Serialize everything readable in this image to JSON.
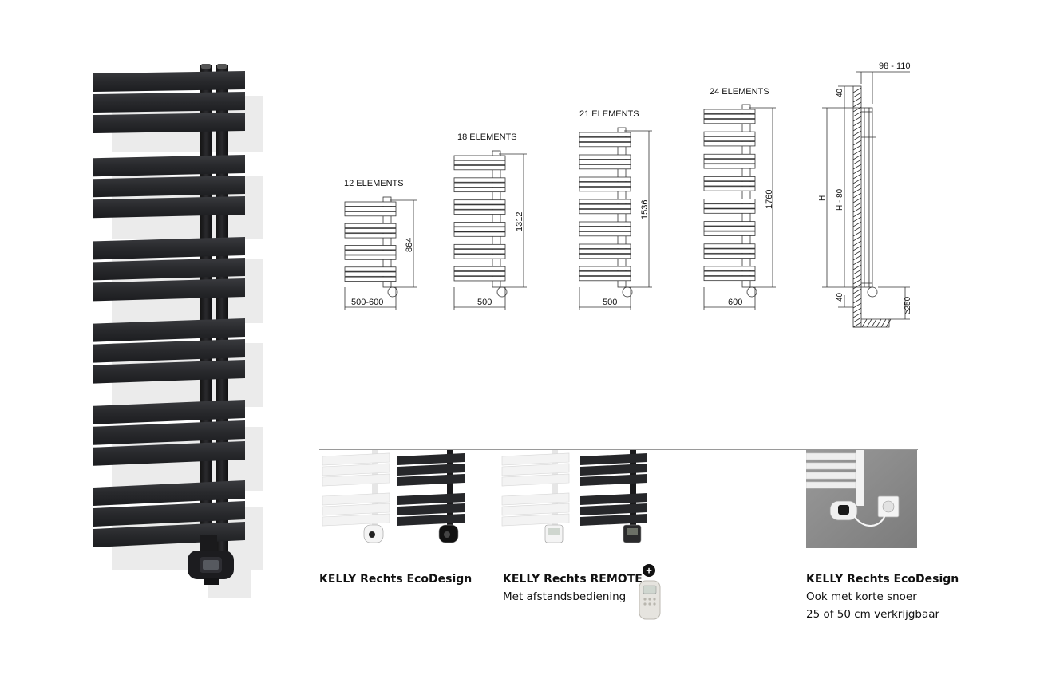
{
  "diagrams": {
    "elements_12": {
      "label": "12 ELEMENTS",
      "height": "864",
      "width": "500-600"
    },
    "elements_18": {
      "label": "18 ELEMENTS",
      "height": "1312",
      "width": "500"
    },
    "elements_21": {
      "label": "21 ELEMENTS",
      "height": "1536",
      "width": "500"
    },
    "elements_24": {
      "label": "24 ELEMENTS",
      "height": "1760",
      "width": "600"
    },
    "side_view": {
      "wall_distance": "98 - 110",
      "top_offset": "40",
      "bottom_offset": "40",
      "total_height": "H",
      "pipe_height": "H - 80",
      "floor_clearance": "≥250"
    }
  },
  "variants": [
    {
      "title": "KELLY Rechts EcoDesign"
    },
    {
      "title": "KELLY Rechts REMOTE",
      "subtitle": "Met afstandsbediening",
      "badge": "+"
    },
    {
      "title": "KELLY Rechts EcoDesign",
      "subtitle_line1": "Ook met korte snoer",
      "subtitle_line2": "25 of 50 cm verkrijgbaar"
    }
  ],
  "colors": {
    "radiator_dark": "#26272a",
    "radiator_white": "#f4f4f4",
    "wall_photo": "#8f8f8f"
  }
}
